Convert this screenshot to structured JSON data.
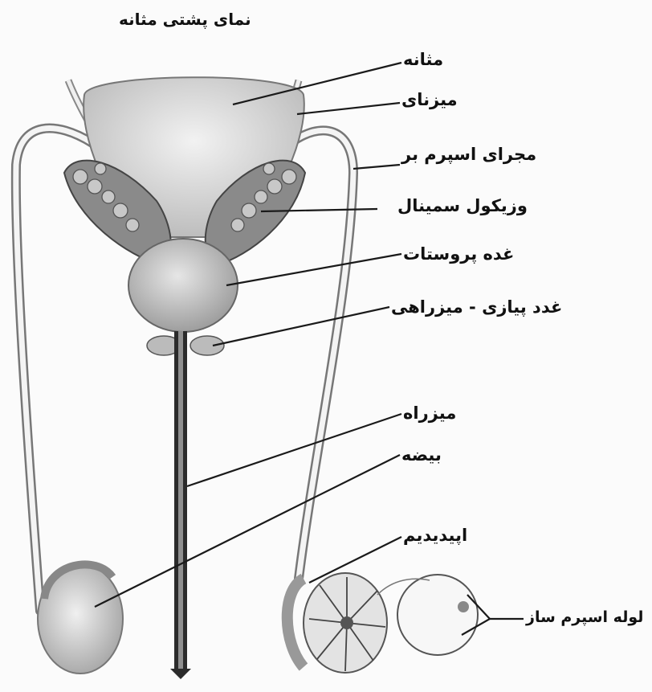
{
  "title": "نمای پشتی مثانه",
  "labels": {
    "bladder": "مثانه",
    "ureter": "میزنای",
    "vas_deferens": "مجرای اسپرم بر",
    "seminal_vesicle": "وزیکول سمینال",
    "prostate": "غده پروستات",
    "bulbourethral": "غدد پیازی - میزراهی",
    "urethra": "میزراه",
    "testis": "بیضه",
    "epididymis": "اپیدیدیم",
    "seminiferous_tubule": "لوله اسپرم ساز"
  },
  "colors": {
    "ink": "#1a1a1a",
    "organ_fill": "#d9d9d9",
    "organ_dark": "#9a9a9a",
    "background": "#fbfbfb"
  }
}
